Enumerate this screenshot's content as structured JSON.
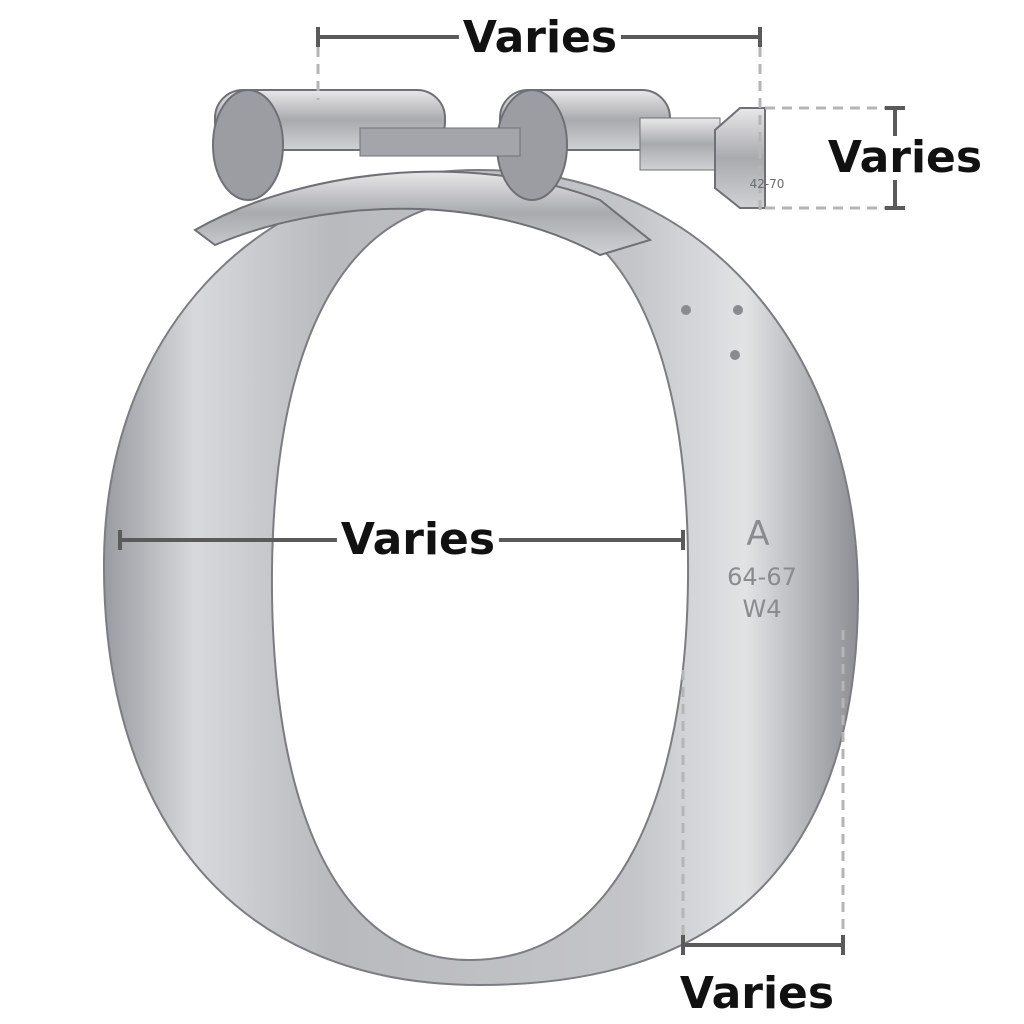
{
  "dimensions": {
    "top_width": "Varies",
    "bolt_size": "Varies",
    "inner_diameter": "Varies",
    "band_width": "Varies"
  },
  "stamps": {
    "bolt_marking": "42-70",
    "band_range": "64-67",
    "band_material": "W4"
  },
  "colors": {
    "dimension_line": "#5a5a5a",
    "dashed_guide": "#b5b5b5",
    "metal": "#c8c9cc"
  }
}
